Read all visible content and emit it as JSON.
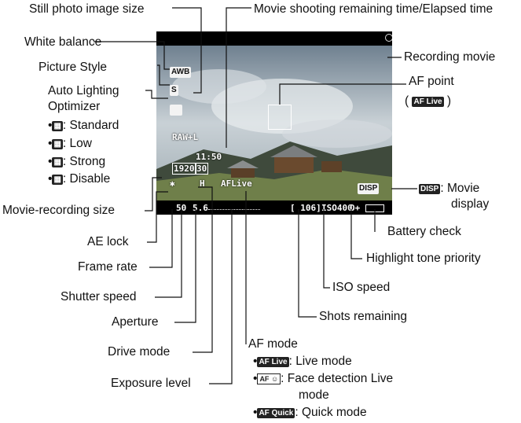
{
  "screen_overlay": {
    "awb": "AWB",
    "picture_style": "S",
    "quality": "RAW+L",
    "timer": "11:50",
    "rec_size": "1920",
    "frame_rate_box": "30",
    "drive": "H",
    "af_mode": "AFLive",
    "shutter": "50",
    "aperture": "5.6",
    "shots": "[ 106]",
    "iso": "ISO400",
    "htp": "D+",
    "disp": "DISP"
  },
  "labels": {
    "still_photo_size": "Still photo image size",
    "movie_time": "Movie shooting remaining time/Elapsed time",
    "white_balance": "White balance",
    "picture_style": "Picture Style",
    "alo_line1": "Auto Lighting",
    "alo_line2": "Optimizer",
    "alo_standard": ": Standard",
    "alo_low": ": Low",
    "alo_strong": ": Strong",
    "alo_disable": ": Disable",
    "movie_rec_size": "Movie-recording size",
    "ae_lock": "AE lock",
    "frame_rate": "Frame rate",
    "shutter_speed": "Shutter speed",
    "aperture": "Aperture",
    "drive_mode": "Drive mode",
    "exposure_level": "Exposure level",
    "recording_movie": "Recording movie",
    "af_point_line1": "AF point",
    "af_point_line2": "Live",
    "movie_display_line1": ": Movie",
    "movie_display_line2": "display",
    "battery_check": "Battery check",
    "highlight_tone": "Highlight tone priority",
    "iso_speed": "ISO speed",
    "shots_remaining": "Shots remaining",
    "af_mode": "AF mode",
    "af_live": ": Live mode",
    "af_face_line1": ": Face detection Live",
    "af_face_line2": "mode",
    "af_quick": ": Quick mode"
  },
  "chips": {
    "af": "AF",
    "live": "Live",
    "quick": "Quick",
    "disp": "DISP"
  },
  "colors": {
    "bullet": "#111111",
    "line": "#111111",
    "screen_bar": "#000000"
  }
}
